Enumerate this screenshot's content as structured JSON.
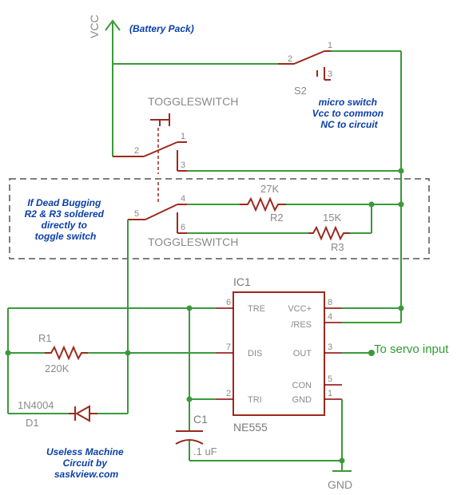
{
  "supply": {
    "vcc_label": "VCC",
    "battery_note": "(Battery Pack)"
  },
  "s2": {
    "ref": "S2",
    "pin_common": "2",
    "pin_no": "1",
    "pin_nc": "3",
    "note": [
      "micro switch",
      "Vcc to common",
      "NC to circuit"
    ]
  },
  "toggle_top": {
    "label": "TOGGLESWITCH",
    "pin_common": "2",
    "pin_a": "1",
    "pin_b": "3"
  },
  "toggle_bottom": {
    "label": "TOGGLESWITCH",
    "pin_common": "5",
    "pin_a": "4",
    "pin_b": "6"
  },
  "dead_bug_note": [
    "If Dead Bugging",
    "R2 & R3 soldered",
    "directly to",
    "toggle switch"
  ],
  "r2": {
    "value": "27K",
    "ref": "R2"
  },
  "r3": {
    "value": "15K",
    "ref": "R3"
  },
  "r1": {
    "ref": "R1",
    "value": "220K"
  },
  "d1": {
    "part": "1N4004",
    "ref": "D1"
  },
  "c1": {
    "ref": "C1",
    "value": ".1 uF"
  },
  "ic1": {
    "ref": "IC1",
    "part": "NE555",
    "pins": {
      "tre": {
        "num": "6",
        "name": "TRE"
      },
      "dis": {
        "num": "7",
        "name": "DIS"
      },
      "tri": {
        "num": "2",
        "name": "TRI"
      },
      "vcc": {
        "num": "8",
        "name": "VCC+"
      },
      "res": {
        "num": "4",
        "name": "/RES"
      },
      "out": {
        "num": "3",
        "name": "OUT"
      },
      "con": {
        "num": "5",
        "name": "CON"
      },
      "gnd": {
        "num": "1",
        "name": "GND"
      }
    }
  },
  "output_label": "To servo input",
  "ground_label": "GND",
  "credit": [
    "Useless Machine",
    "Circuit by",
    "saskview.com"
  ]
}
